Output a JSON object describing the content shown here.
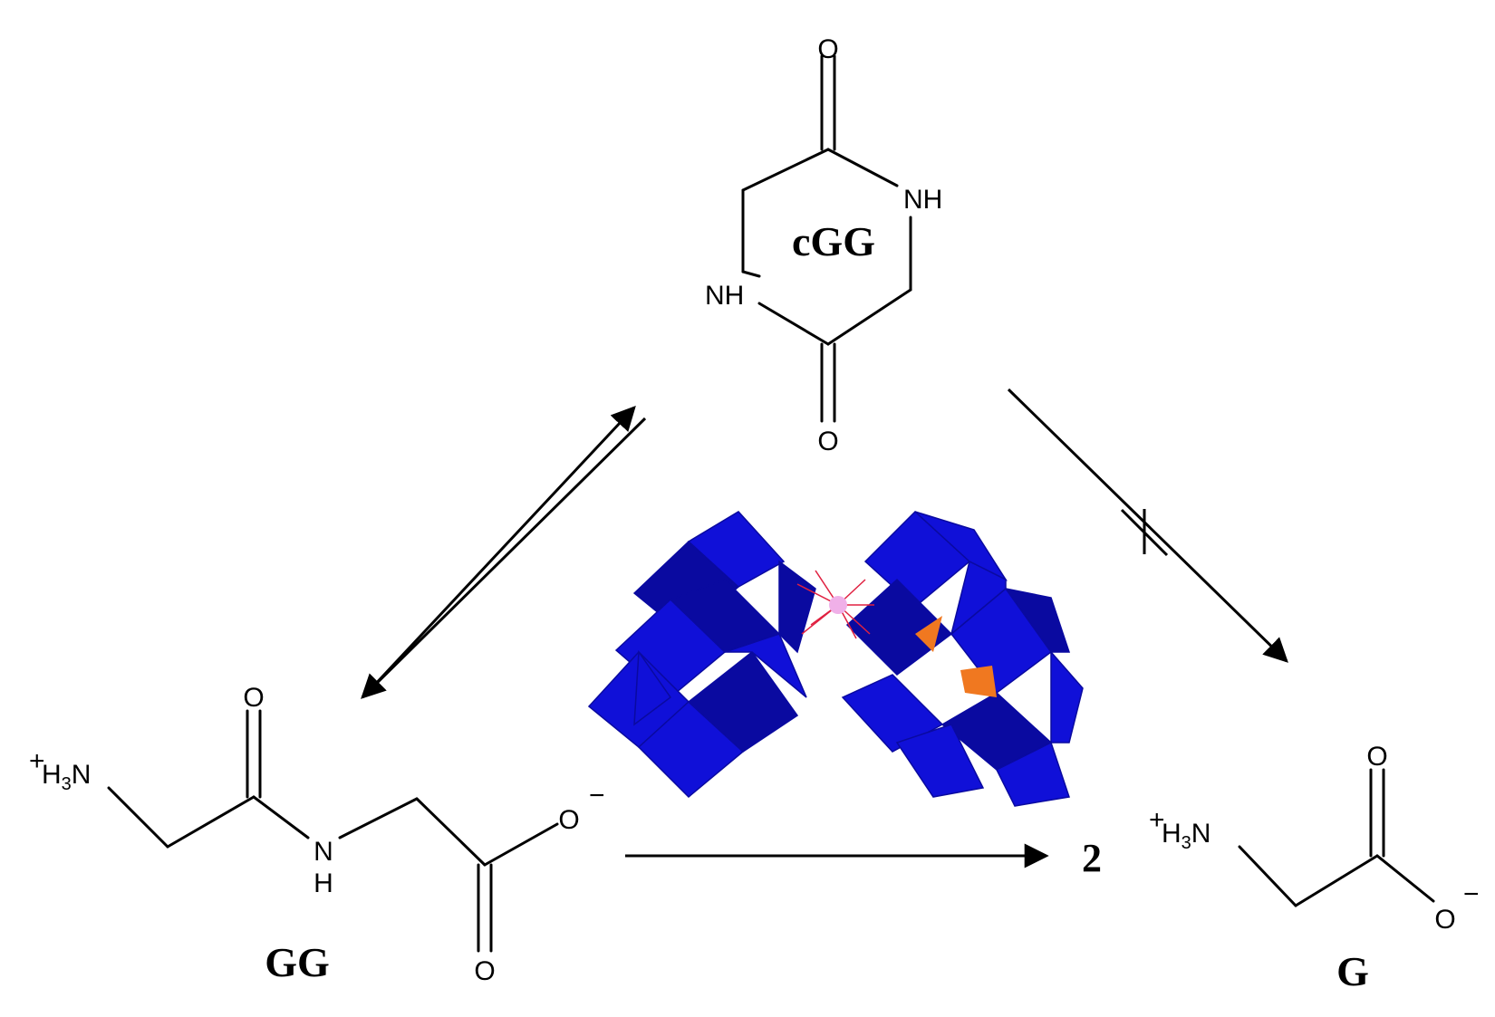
{
  "molecules": {
    "cgg": {
      "name": "cGG",
      "o_top": "O",
      "o_bottom": "O",
      "nh_right": "NH",
      "nh_left": "NH"
    },
    "gg": {
      "name": "GG",
      "amine": "H3N",
      "amine_charge": "+",
      "amine_sub": "3",
      "o_amide": "O",
      "nh_n": "N",
      "nh_h": "H",
      "o_carboxyl": "O",
      "o_minus": "O",
      "minus": "−"
    },
    "g": {
      "name": "G",
      "coefficient": "2",
      "amine": "H3N",
      "amine_charge": "+",
      "amine_sub": "3",
      "o_carbonyl": "O",
      "o_minus": "O",
      "minus": "−"
    }
  },
  "colors": {
    "polyhedra": "#1010d8",
    "polyhedra_dark": "#0a0aa0",
    "heteroatom": "#f07820",
    "central_ion": "#f0b0e8",
    "link": "#e02040"
  },
  "arrows": {
    "gg_to_cgg": "reversible",
    "gg_to_g": "forward",
    "cgg_to_g": "blocked"
  }
}
